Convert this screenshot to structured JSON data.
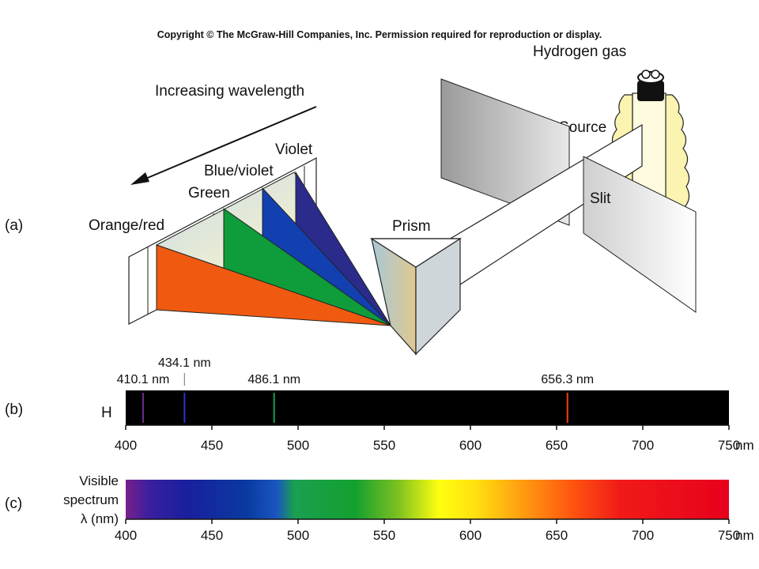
{
  "copyright": "Copyright © The McGraw-Hill Companies, Inc. Permission required for reproduction or display.",
  "panel_a": {
    "panel_label": "(a)",
    "arrow_label": "Increasing wavelength",
    "hydrogen_gas_label": "Hydrogen gas",
    "source_label": "Source",
    "slit_label": "Slit",
    "prism_label": "Prism",
    "beams": [
      {
        "label": "Violet",
        "color": "#2b2b8c"
      },
      {
        "label": "Blue/violet",
        "color": "#1240b0"
      },
      {
        "label": "Green",
        "color": "#0f9c3a"
      },
      {
        "label": "Orange/red",
        "color": "#f05a10"
      }
    ]
  },
  "panel_b": {
    "panel_label": "(b)",
    "element_label": "H",
    "unit": "nm",
    "axis_min": 400,
    "axis_max": 750,
    "ticks": [
      400,
      450,
      500,
      550,
      600,
      650,
      700,
      750
    ],
    "tick_labels": [
      "400",
      "450",
      "500",
      "550",
      "600",
      "650",
      "700",
      "750"
    ],
    "lines": [
      {
        "wavelength": 410.1,
        "label": "410.1 nm",
        "color": "#6a2a90"
      },
      {
        "wavelength": 434.1,
        "label": "434.1 nm",
        "color": "#3030c8"
      },
      {
        "wavelength": 486.1,
        "label": "486.1 nm",
        "color": "#10a050"
      },
      {
        "wavelength": 656.3,
        "label": "656.3 nm",
        "color": "#f04010"
      }
    ]
  },
  "panel_c": {
    "panel_label": "(c)",
    "title_line1": "Visible",
    "title_line2": "spectrum",
    "title_line3": "λ (nm)",
    "unit": "nm",
    "axis_min": 400,
    "axis_max": 750,
    "ticks": [
      400,
      450,
      500,
      550,
      600,
      650,
      700,
      750
    ],
    "tick_labels": [
      "400",
      "450",
      "500",
      "550",
      "600",
      "650",
      "700",
      "750"
    ]
  }
}
